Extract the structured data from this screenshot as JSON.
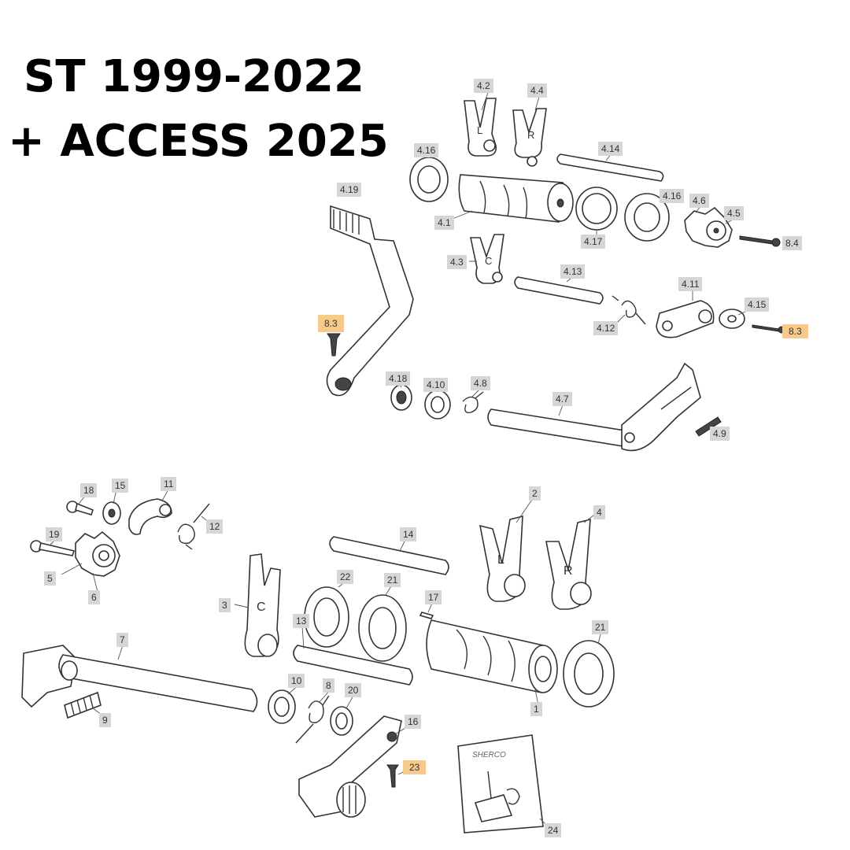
{
  "title": {
    "line1": "ST 1999-2022",
    "line2": "+ ACCESS 2025"
  },
  "highlight_color": "#f7c98a",
  "label_color": "#d6d6d6",
  "top_labels": [
    "4.2",
    "4.4",
    "4.16",
    "4.14",
    "4.19",
    "4.16",
    "4.6",
    "4.5",
    "4.1",
    "4.17",
    "8.4",
    "4.3",
    "4.13",
    "4.11",
    "4.15",
    "8.3",
    "4.12",
    "8.3",
    "4.18",
    "4.10",
    "4.8",
    "4.7",
    "4.9"
  ],
  "bottom_labels": [
    "18",
    "15",
    "11",
    "12",
    "19",
    "5",
    "6",
    "2",
    "4",
    "14",
    "22",
    "21",
    "17",
    "3",
    "13",
    "7",
    "21",
    "1",
    "10",
    "8",
    "20",
    "9",
    "16",
    "23",
    "24"
  ],
  "fork_letters": {
    "top_l": "L",
    "top_r": "R",
    "top_c": "C",
    "bot_l": "L",
    "bot_r": "R",
    "bot_c": "C"
  }
}
